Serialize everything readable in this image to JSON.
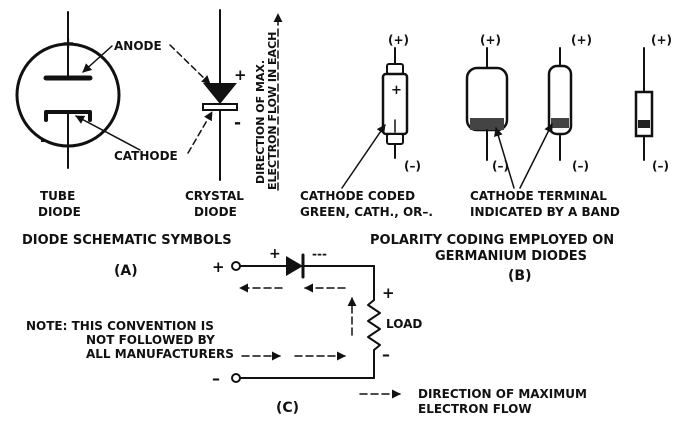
{
  "figure_a": {
    "tube_plus": "+",
    "tube_minus": "-",
    "anode_label": "ANODE",
    "cathode_label": "CATHODE",
    "tube_label_1": "TUBE",
    "tube_label_2": "DIODE",
    "crystal_plus": "+",
    "crystal_minus": "-",
    "crystal_label_1": "CRYSTAL",
    "crystal_label_2": "DIODE",
    "direction_1": "DIRECTION OF MAX.",
    "direction_2": "ELECTRON FLOW IN EACH",
    "caption": "DIODE SCHEMATIC SYMBOLS",
    "letter": "(A)"
  },
  "figure_b": {
    "plus": "(+)",
    "minus": "(–)",
    "diode1_mark": "+",
    "cathode_coded_1": "CATHODE CODED",
    "cathode_coded_2": "GREEN, CATH., OR–.",
    "terminal_1": "CATHODE TERMINAL",
    "terminal_2": "INDICATED BY A BAND",
    "caption_1": "POLARITY CODING EMPLOYED ON",
    "caption_2": "GERMANIUM DIODES",
    "letter": "(B)"
  },
  "figure_c": {
    "input_plus": "+",
    "input_minus": "–",
    "diode_plus": "+",
    "diode_minus": "---",
    "load_plus": "+",
    "load_minus": "–",
    "load_label": "LOAD",
    "note_1": "NOTE: THIS CONVENTION IS",
    "note_2": "NOT FOLLOWED BY",
    "note_3": "ALL MANUFACTURERS",
    "legend_1": "DIRECTION OF MAXIMUM",
    "legend_2": "ELECTRON FLOW",
    "letter": "(C)"
  }
}
